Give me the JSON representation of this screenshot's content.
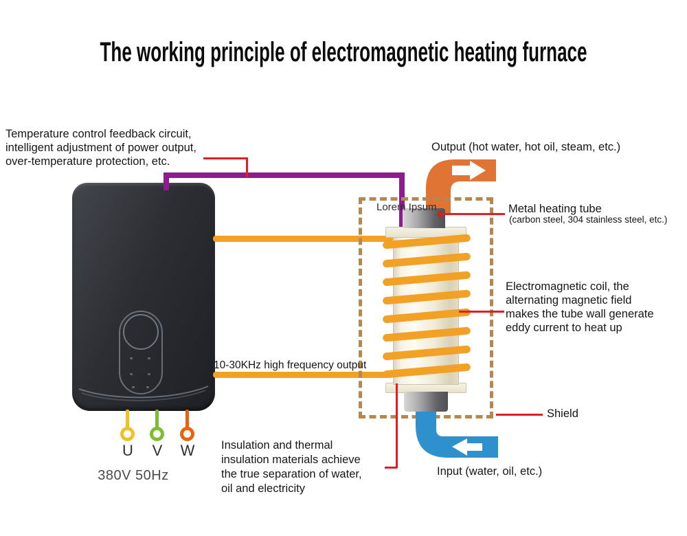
{
  "title": "The working principle of electromagnetic heating furnace",
  "annotations": {
    "temperature_control": "Temperature control feedback circuit,\nintelligent adjustment of power output,\nover-temperature protection, etc.",
    "output_pipe": "Output (hot water, hot oil, steam, etc.)",
    "lorem": "Lorem Ipsum",
    "metal_tube_title": "Metal heating tube",
    "metal_tube_sub": "(carbon steel, 304 stainless steel, etc.)",
    "coil": "Electromagnetic coil, the\nalternating magnetic field\nmakes the tube wall generate\neddy current to heat up",
    "frequency": "10-30KHz high frequency output",
    "insulation": "Insulation and thermal\ninsulation materials achieve\nthe true separation of water,\noil and electricity",
    "input_pipe": "Input (water, oil, etc.)",
    "shield": "Shield"
  },
  "device": {
    "terminals": [
      {
        "label": "U"
      },
      {
        "label": "V"
      },
      {
        "label": "W"
      }
    ],
    "power_rating": "380V 50Hz"
  },
  "colors": {
    "wire_purple": "#8E1C8E",
    "coil_orange": "#F2A124",
    "pipe_orange": "#DF7434",
    "pipe_blue": "#2F90CE",
    "shield_dash": "#B6884E",
    "leader_red": "#DE1F26",
    "terminal_u": "#F0C125",
    "terminal_v": "#7DBE2E",
    "terminal_w": "#E8650F"
  }
}
